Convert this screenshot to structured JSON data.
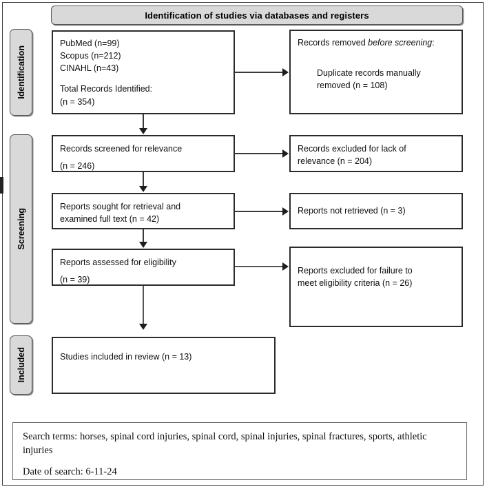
{
  "figure": {
    "type": "prisma-flow-diagram",
    "header": {
      "title": "Identification of studies via databases and registers"
    },
    "stages": [
      {
        "key": "identification",
        "label": "Identification"
      },
      {
        "key": "screening",
        "label": "Screening"
      },
      {
        "key": "included",
        "label": "Included"
      }
    ],
    "boxes": {
      "records_identified": {
        "lines": [
          "PubMed (n=99)",
          "Scopus (n=212)",
          "CINAHL (n=43)",
          "",
          "Total Records Identified:",
          "(n = 354)"
        ]
      },
      "records_removed": {
        "line1": "Records removed ",
        "line1_italic": "before screening",
        "line1_tail": ":",
        "line2": "Duplicate records manually",
        "line3": "removed (n = 108)"
      },
      "records_screened": {
        "line1": "Records screened for relevance",
        "line2": "(n = 246)"
      },
      "records_excluded": {
        "line1": "Records excluded for lack of",
        "line2": "relevance (n = 204)"
      },
      "reports_sought": {
        "line1": "Reports sought for retrieval and",
        "line2": "examined full text (n = 42)"
      },
      "reports_not_retrieved": {
        "line1": "Reports not retrieved (n = 3)"
      },
      "reports_assessed": {
        "line1": "Reports assessed for eligibility",
        "line2": "(n = 39)"
      },
      "reports_excluded": {
        "line1": "Reports excluded for failure to",
        "line2": "meet eligibility criteria (n = 26)"
      },
      "studies_included": {
        "line1": "Studies included in review (n = 13)"
      }
    },
    "footer": {
      "search_terms": "Search terms: horses, spinal cord injuries, spinal cord, spinal injuries, spinal fractures, sports, athletic injuries",
      "date_of_search": "Date of search: 6-11-24"
    },
    "colors": {
      "banner_fill": "#d9d9d9",
      "banner_border": "#555555",
      "box_border": "#2b2b2b",
      "connector": "#3a3a3a",
      "page_background": "#ffffff"
    },
    "counts": {
      "pubmed": 99,
      "scopus": 212,
      "cinahl": 43,
      "total_identified": 354,
      "duplicates_removed": 108,
      "screened": 246,
      "excluded_relevance": 204,
      "sought_retrieval": 42,
      "not_retrieved": 3,
      "assessed_eligibility": 39,
      "excluded_eligibility": 26,
      "included_in_review": 13
    }
  }
}
